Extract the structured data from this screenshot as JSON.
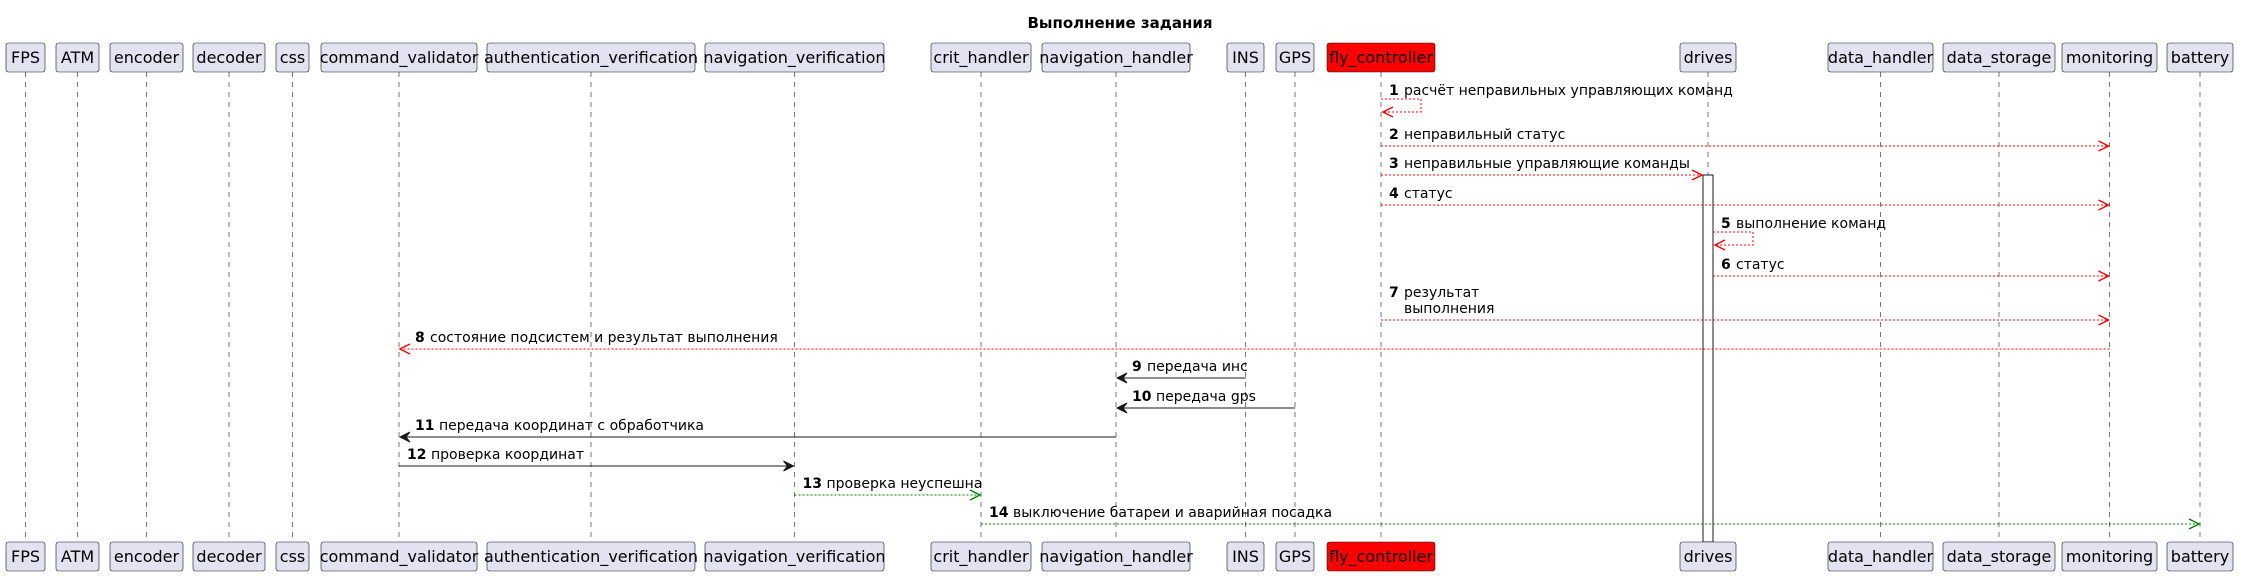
{
  "title": "Выполнение задания",
  "colors": {
    "participant_fill": "#E2E2F0",
    "participant_border": "#181818",
    "highlight_fill": "#FF0000",
    "lifeline": "#555555",
    "msg_red": "#FF0000",
    "msg_green": "#008000",
    "msg_black": "#181818",
    "activation_fill": "#FFFFFF"
  },
  "participants": [
    {
      "id": "FPS",
      "label": "FPS"
    },
    {
      "id": "ATM",
      "label": "ATM"
    },
    {
      "id": "encoder",
      "label": "encoder"
    },
    {
      "id": "decoder",
      "label": "decoder"
    },
    {
      "id": "css",
      "label": "css"
    },
    {
      "id": "command_validator",
      "label": "command_validator"
    },
    {
      "id": "authentication_verification",
      "label": "authentication_verification"
    },
    {
      "id": "navigation_verification",
      "label": "navigation_verification"
    },
    {
      "id": "crit_handler",
      "label": "crit_handler"
    },
    {
      "id": "navigation_handler",
      "label": "navigation_handler"
    },
    {
      "id": "INS",
      "label": "INS"
    },
    {
      "id": "GPS",
      "label": "GPS"
    },
    {
      "id": "fly_controller",
      "label": "fly_controller",
      "highlight": true
    },
    {
      "id": "drives",
      "label": "drives"
    },
    {
      "id": "data_handler",
      "label": "data_handler"
    },
    {
      "id": "data_storage",
      "label": "data_storage"
    },
    {
      "id": "monitoring",
      "label": "monitoring"
    },
    {
      "id": "battery",
      "label": "battery"
    }
  ],
  "messages": [
    {
      "num": "1",
      "from": "fly_controller",
      "to": "fly_controller",
      "lines": [
        "расчёт неправильных управляющих команд"
      ],
      "color": "red",
      "dashed": true
    },
    {
      "num": "2",
      "from": "fly_controller",
      "to": "monitoring",
      "lines": [
        "неправильный статус"
      ],
      "color": "red",
      "dashed": true
    },
    {
      "num": "3",
      "from": "fly_controller",
      "to": "drives",
      "lines": [
        "неправильные управляющие команды"
      ],
      "color": "red",
      "dashed": true
    },
    {
      "num": "4",
      "from": "fly_controller",
      "to": "monitoring",
      "lines": [
        "статус"
      ],
      "color": "red",
      "dashed": true
    },
    {
      "num": "5",
      "from": "drives",
      "to": "drives",
      "lines": [
        "выполнение команд"
      ],
      "color": "red",
      "dashed": true
    },
    {
      "num": "6",
      "from": "drives",
      "to": "monitoring",
      "lines": [
        "статус"
      ],
      "color": "red",
      "dashed": true
    },
    {
      "num": "7",
      "from": "fly_controller",
      "to": "monitoring",
      "lines": [
        "результат",
        "выполнения"
      ],
      "color": "red",
      "dashed": true
    },
    {
      "num": "8",
      "from": "monitoring",
      "to": "command_validator",
      "lines": [
        "состояние подсистем и результат выполнения"
      ],
      "color": "red",
      "dashed": true
    },
    {
      "num": "9",
      "from": "INS",
      "to": "navigation_handler",
      "lines": [
        "передача инс"
      ],
      "color": "black",
      "dashed": false
    },
    {
      "num": "10",
      "from": "GPS",
      "to": "navigation_handler",
      "lines": [
        "передача gps"
      ],
      "color": "black",
      "dashed": false
    },
    {
      "num": "11",
      "from": "navigation_handler",
      "to": "command_validator",
      "lines": [
        "передача координат с обработчика"
      ],
      "color": "black",
      "dashed": false
    },
    {
      "num": "12",
      "from": "command_validator",
      "to": "navigation_verification",
      "lines": [
        "проверка координат"
      ],
      "color": "black",
      "dashed": false
    },
    {
      "num": "13",
      "from": "navigation_verification",
      "to": "crit_handler",
      "lines": [
        "проверка неуспешна"
      ],
      "color": "green",
      "dashed": true
    },
    {
      "num": "14",
      "from": "crit_handler",
      "to": "battery",
      "lines": [
        "выключение батареи и аварийная посадка"
      ],
      "color": "green",
      "dashed": true
    }
  ]
}
